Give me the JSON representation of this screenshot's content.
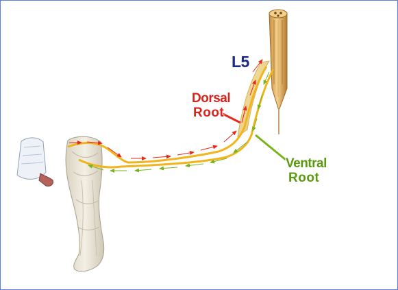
{
  "labels": {
    "spinal_level": "L5",
    "dorsal_root_line1": "Dorsal",
    "dorsal_root_line2": "Root",
    "ventral_root_line1": "Ventral",
    "ventral_root_line2": "Root"
  },
  "colors": {
    "frame_border": "#5b7fd6",
    "spinal_level_text": "#1b2a87",
    "dorsal_root_text": "#d8241c",
    "ventral_root_text": "#5a9a10",
    "afferent_arrows": "#e8261a",
    "efferent_arrows": "#79b41c",
    "nerve_fiber": "#f0b51c",
    "spinal_cord": "#e6b66a",
    "leg_skin": "#e9e4d6"
  },
  "icons": [
    "reflex-hammer-icon",
    "leg-icon",
    "spinal-cord-icon"
  ]
}
